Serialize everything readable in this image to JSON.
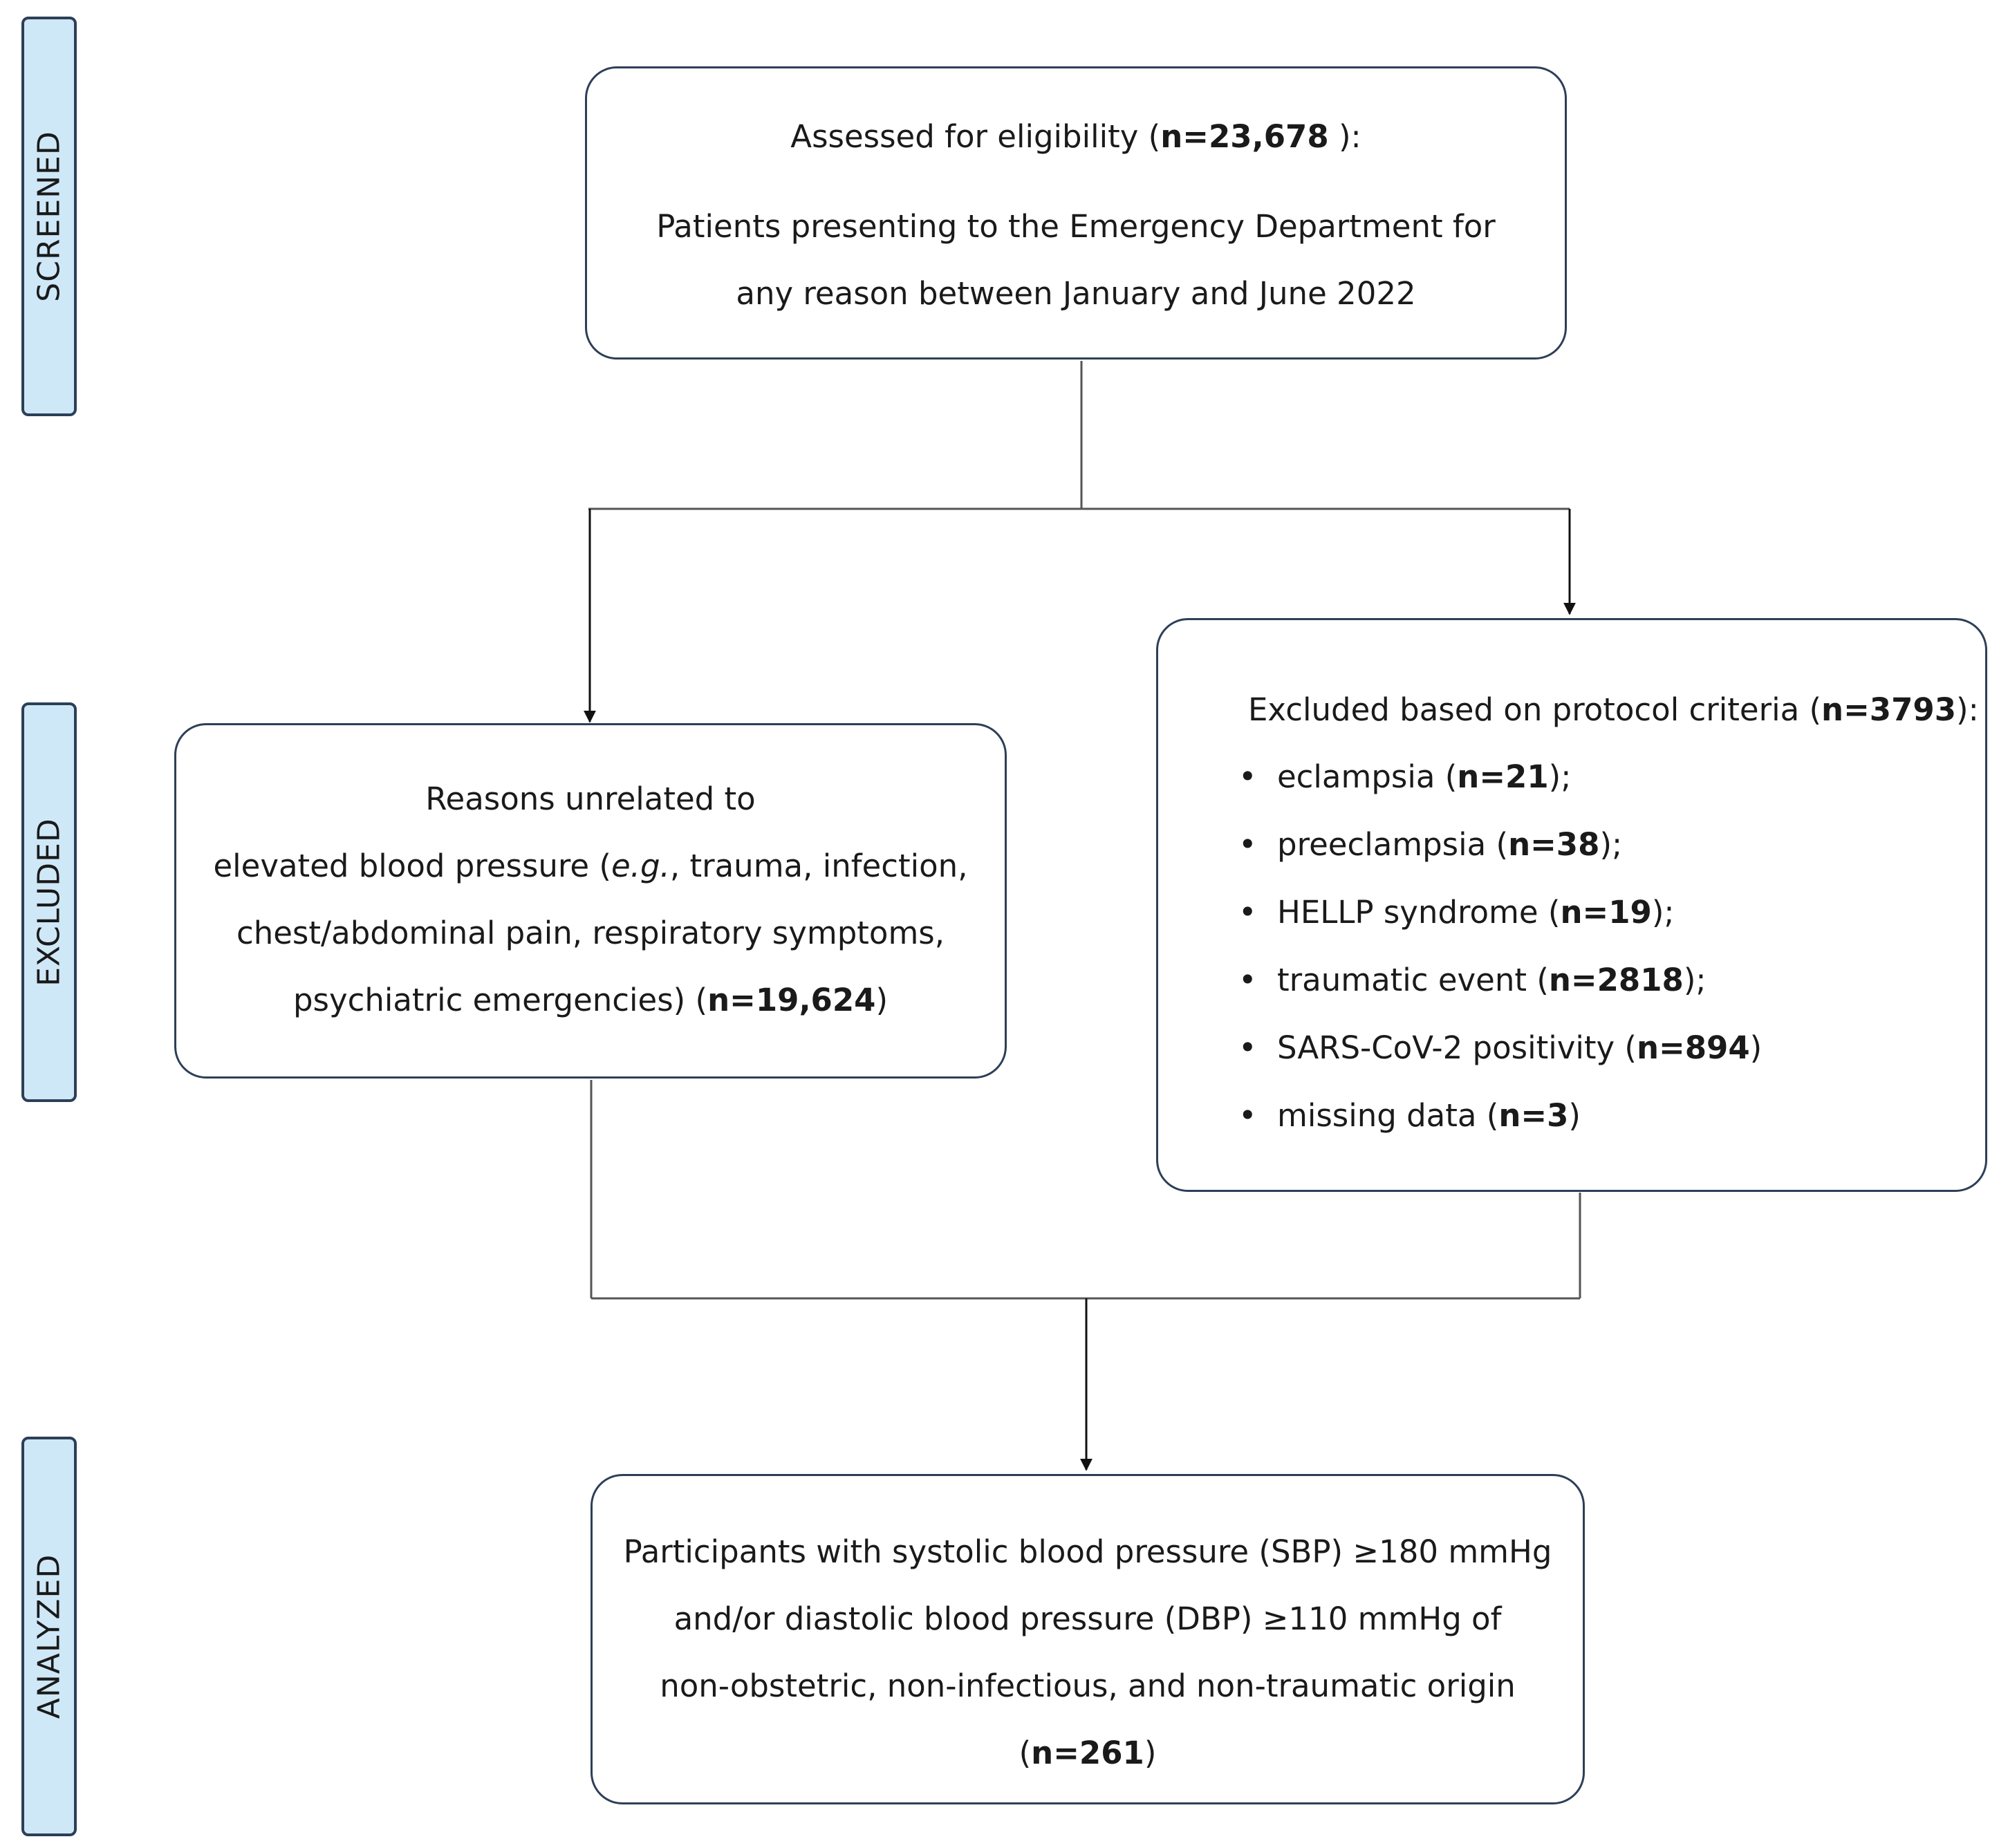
{
  "stages": {
    "screened": "SCREENED",
    "excluded": "EXCLUDED",
    "analyzed": "ANALYZED"
  },
  "screening_box": {
    "line1_prefix": "Assessed for eligibility (",
    "line1_n": "n=23,678",
    "line1_suffix": " ):",
    "line2": "Patients presenting to the Emergency Department for",
    "line3": "any reason between January and June 2022"
  },
  "excluded_left": {
    "line1": "Reasons unrelated to",
    "line2_prefix": "elevated blood pressure (",
    "line2_italic": "e.g.",
    "line2_suffix": ", trauma, infection,",
    "line3": "chest/abdominal pain, respiratory symptoms,",
    "line4_prefix": "psychiatric emergencies) (",
    "line4_n": "n=19,624",
    "line4_suffix": ")"
  },
  "excluded_right": {
    "title_prefix": "Excluded based on protocol criteria (",
    "title_n": "n=3793",
    "title_suffix": "):",
    "bullet_glyph": "•",
    "items": [
      {
        "prefix": "eclampsia (",
        "n": "n=21",
        "suffix": ");"
      },
      {
        "prefix": "preeclampsia (",
        "n": "n=38",
        "suffix": ");"
      },
      {
        "prefix": "HELLP syndrome (",
        "n": "n=19",
        "suffix": ");"
      },
      {
        "prefix": "traumatic event (",
        "n": "n=2818",
        "suffix": ");"
      },
      {
        "prefix": "SARS-CoV-2 positivity (",
        "n": "n=894",
        "suffix": ")"
      },
      {
        "prefix": "missing data (",
        "n": "n=3",
        "suffix": ")"
      }
    ]
  },
  "analyzed_box": {
    "line1": "Participants with systolic blood pressure (SBP) ≥180 mmHg",
    "line2": "and/or diastolic blood pressure (DBP) ≥110 mmHg of",
    "line3": "non-obstetric, non-infectious, and non-traumatic origin",
    "line4_prefix": "(",
    "line4_n": "n=261",
    "line4_suffix": ")"
  },
  "colors": {
    "stage_fill": "#cfe8f8",
    "border": "#2d3f57",
    "connector": "#555555",
    "arrow": "#111111"
  }
}
